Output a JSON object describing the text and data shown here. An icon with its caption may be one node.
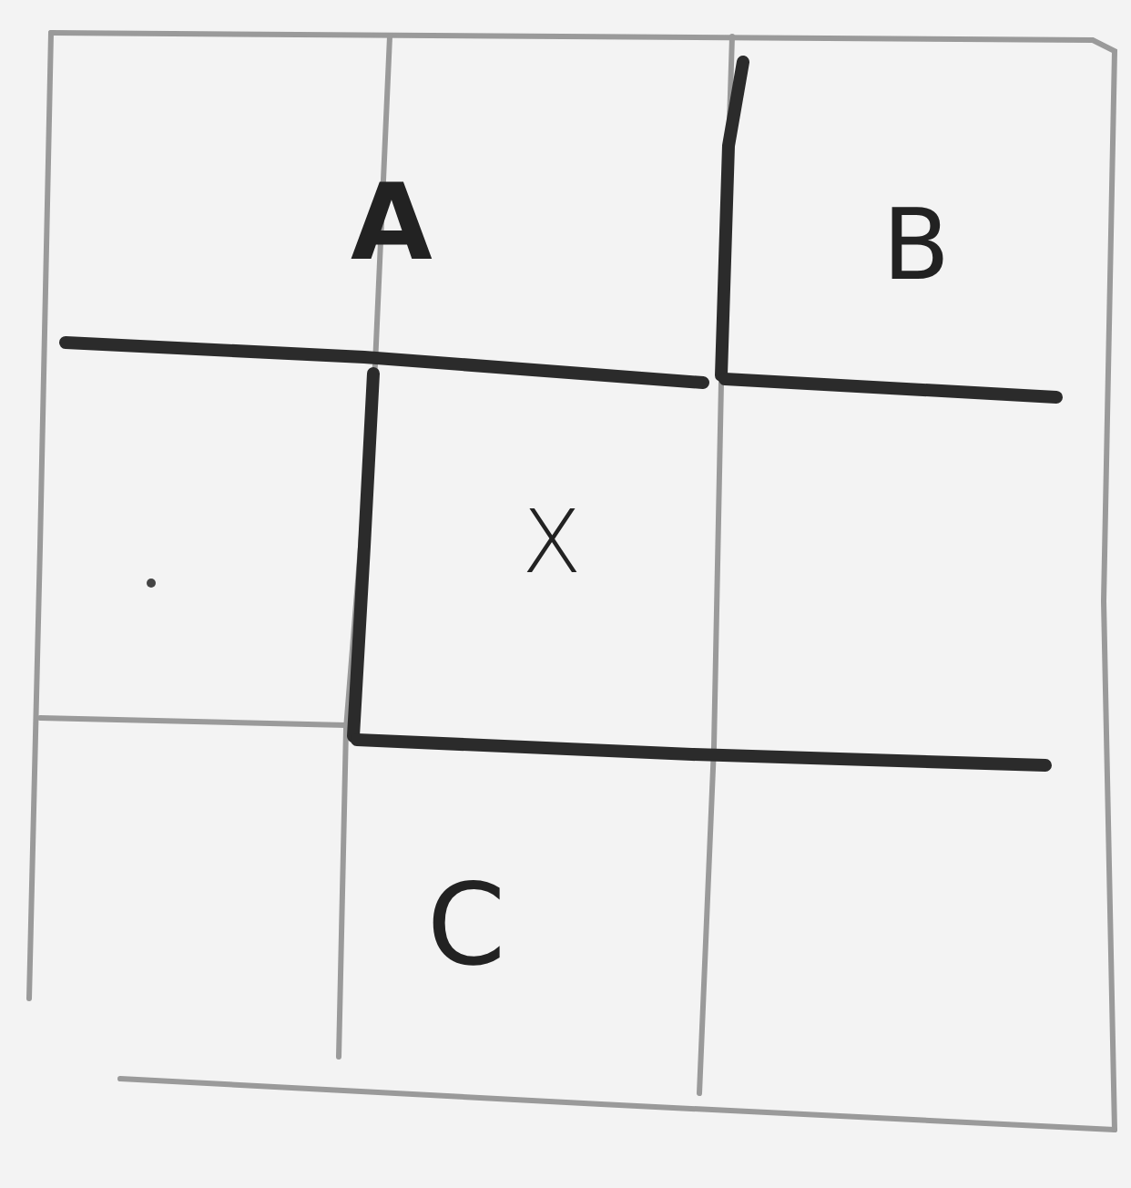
{
  "diagram": {
    "labels": [
      "A",
      "B",
      "X",
      "C"
    ]
  }
}
